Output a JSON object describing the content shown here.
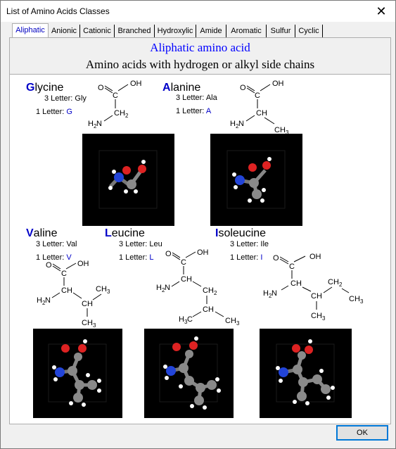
{
  "window": {
    "title": "List of Amino Acids Classes",
    "close_glyph": "✕"
  },
  "tabs": [
    {
      "label": "Aliphatic",
      "active": true
    },
    {
      "label": "Anionic"
    },
    {
      "label": "Cationic"
    },
    {
      "label": "Branched"
    },
    {
      "label": "Hydroxylic"
    },
    {
      "label": "Amide"
    },
    {
      "label": "Aromatic"
    },
    {
      "label": "Sulfur"
    },
    {
      "label": "Cyclic"
    }
  ],
  "header": {
    "title": "Aliphatic amino acid",
    "subtitle": "Amino acids with hydrogen or alkyl side chains"
  },
  "labels": {
    "three_letter": "3 Letter:",
    "one_letter": "1 Letter:"
  },
  "amino_acids": [
    {
      "initial": "G",
      "rest": "lycine",
      "three": "Gly",
      "one": "G"
    },
    {
      "initial": "A",
      "rest": "lanine",
      "three": "Ala",
      "one": "A"
    },
    {
      "initial": "V",
      "rest": "aline",
      "three": "Val",
      "one": "V"
    },
    {
      "initial": "L",
      "rest": "eucine",
      "three": "Leu",
      "one": "L"
    },
    {
      "initial": "I",
      "rest": "soleucine",
      "three": "Ile",
      "one": "I"
    }
  ],
  "ok_button": "OK",
  "colors": {
    "accent_blue": "#0000c8",
    "header_blue": "#0000ff",
    "model_bg": "#000000"
  }
}
